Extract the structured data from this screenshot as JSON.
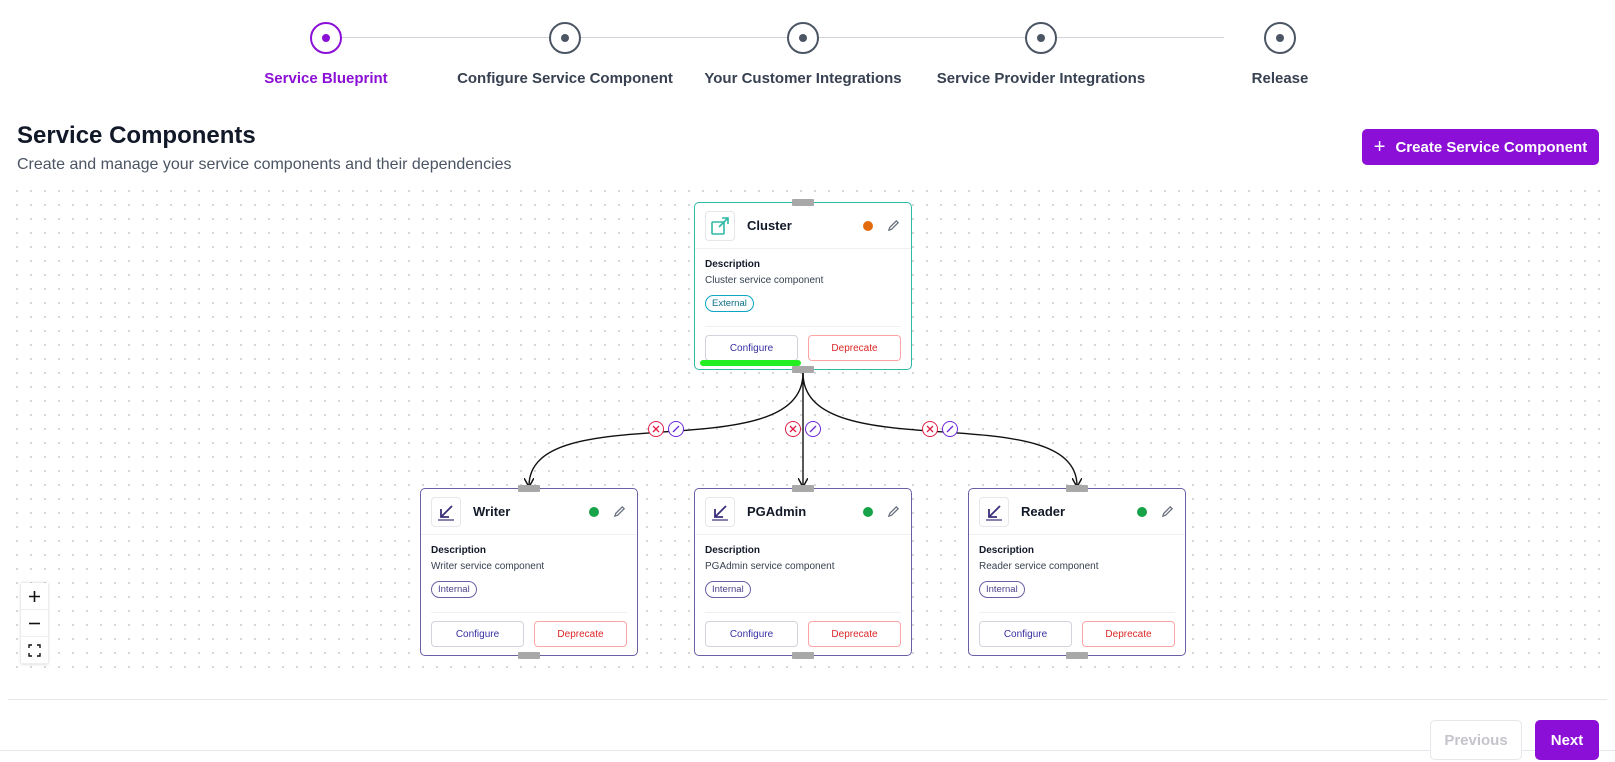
{
  "stepper": {
    "steps": [
      {
        "label": "Service Blueprint",
        "state": "active"
      },
      {
        "label": "Configure Service Component",
        "state": "pending"
      },
      {
        "label": "Your Customer Integrations",
        "state": "pending"
      },
      {
        "label": "Service Provider Integrations",
        "state": "pending"
      },
      {
        "label": "Release",
        "state": "pending"
      }
    ]
  },
  "header": {
    "title": "Service Components",
    "subtitle": "Create and manage your service components and their dependencies",
    "create_button": "Create Service Component"
  },
  "nodes": {
    "cluster": {
      "name": "Cluster",
      "description_label": "Description",
      "description": "Cluster service component",
      "tag": "External",
      "status_color": "#e26a0c",
      "configure": "Configure",
      "deprecate": "Deprecate"
    },
    "writer": {
      "name": "Writer",
      "description_label": "Description",
      "description": "Writer service component",
      "tag": "Internal",
      "status_color": "#16a34a",
      "configure": "Configure",
      "deprecate": "Deprecate"
    },
    "pgadmin": {
      "name": "PGAdmin",
      "description_label": "Description",
      "description": "PGAdmin service component",
      "tag": "Internal",
      "status_color": "#16a34a",
      "configure": "Configure",
      "deprecate": "Deprecate"
    },
    "reader": {
      "name": "Reader",
      "description_label": "Description",
      "description": "Reader service component",
      "tag": "Internal",
      "status_color": "#16a34a",
      "configure": "Configure",
      "deprecate": "Deprecate"
    }
  },
  "colors": {
    "accent": "#8b0fd6",
    "external_border": "#2fb8a6",
    "internal_border": "#6d5fa6",
    "danger": "#dc2626"
  },
  "zoom_controls": {
    "zoom_in": "plus-icon",
    "zoom_out": "minus-icon",
    "fit": "fit-view-icon"
  },
  "footer": {
    "previous": "Previous",
    "next": "Next"
  }
}
